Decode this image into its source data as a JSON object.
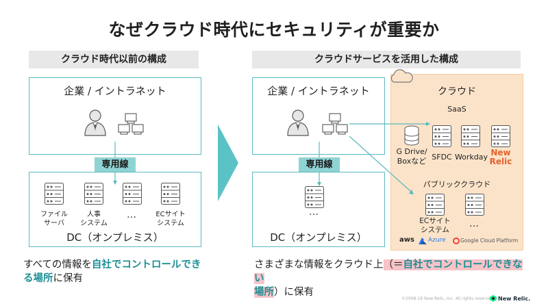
{
  "title": "なぜクラウド時代にセキュリティが重要か",
  "left": {
    "section_title": "クラウド時代以前の構成",
    "intranet_label": "企業 / イントラネット",
    "leased_line": "専用線",
    "dc_label": "DC（オンプレミス）",
    "servers": [
      {
        "line1": "ファイル",
        "line2": "サーバ"
      },
      {
        "line1": "人事",
        "line2": "システム"
      },
      {
        "line1": "…",
        "line2": ""
      },
      {
        "line1": "ECサイト",
        "line2": "システム"
      }
    ],
    "bottom": {
      "t1": "すべての情報を",
      "t2": "自社でコントロールでき",
      "t3": "る場所",
      "t4": "に保有"
    }
  },
  "right": {
    "section_title": "クラウドサービスを活用した構成",
    "intranet_label": "企業 / イントラネット",
    "leased_line": "専用線",
    "dc_label": "DC（オンプレミス）",
    "dc_dots": "…",
    "cloud": {
      "label": "クラウド",
      "saas_label": "SaaS",
      "saas_items": {
        "gdrive1": "G Drive/",
        "gdrive2": "Boxなど",
        "sfdc": "SFDC",
        "workday": "Workday",
        "newrelic1": "New",
        "newrelic2": "Relic"
      },
      "public_label": "パブリッククラウド",
      "ec1": "ECサイト",
      "ec2": "システム",
      "dots": "…",
      "providers": {
        "aws": "aws",
        "azure": "Azure",
        "gcp": "Google Cloud Platform"
      }
    },
    "bottom": {
      "t1": "さまざまな情報をクラウド上",
      "t2": "（＝",
      "t3": "自社でコントロールできない",
      "t4": "場所",
      "t5": "）に保有"
    }
  },
  "footer": {
    "copyright": "©2008-19 New Relic, Inc. All rights reserved",
    "brand": "New Relic."
  },
  "colors": {
    "teal": "#5bb8bf",
    "teal_text": "#1c8f96",
    "orange": "#e4622b",
    "cloud_bg": "#fbe3c9",
    "pink_highlight": "#f6c3c8"
  }
}
